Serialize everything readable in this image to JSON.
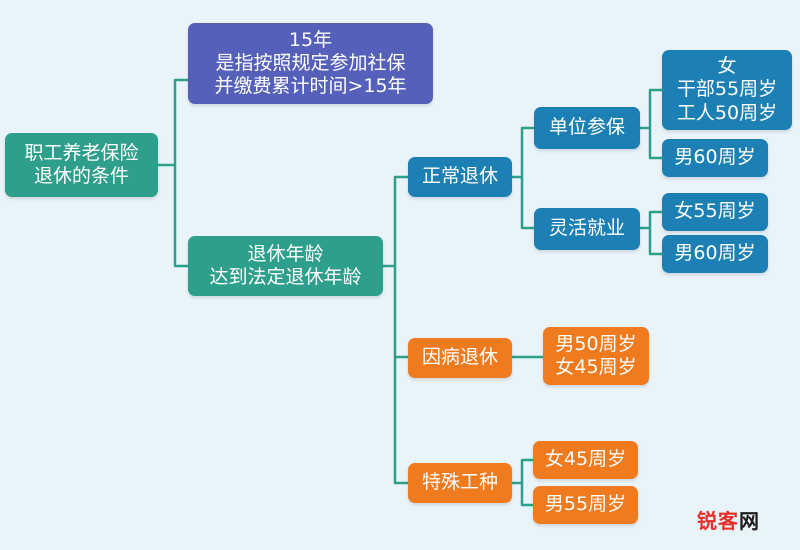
{
  "colors": {
    "line": "#2e9f8a",
    "teal": "#2e9f8a",
    "purple": "#5560bb",
    "blue": "#1c80b4",
    "orange": "#f07a1e"
  },
  "root": {
    "line1": "职工养老保险",
    "line2": "退休的条件"
  },
  "contribution": {
    "line1": "15年",
    "line2": "是指按照规定参加社保",
    "line3": "并缴费累计时间>15年"
  },
  "retirement_age": {
    "line1": "退休年龄",
    "line2": "达到法定退休年龄"
  },
  "normal": {
    "label": "正常退休",
    "unit": {
      "label": "单位参保",
      "female": {
        "line1": "女",
        "line2": "干部55周岁",
        "line3": "工人50周岁"
      },
      "male": "男60周岁"
    },
    "flexible": {
      "label": "灵活就业",
      "female": "女55周岁",
      "male": "男60周岁"
    }
  },
  "illness": {
    "label": "因病退休",
    "line1": "男50周岁",
    "line2": "女45周岁"
  },
  "special": {
    "label": "特殊工种",
    "female": "女45周岁",
    "male": "男55周岁"
  },
  "watermark": {
    "part1": "锐",
    "part2": "客",
    "part3": "网"
  }
}
